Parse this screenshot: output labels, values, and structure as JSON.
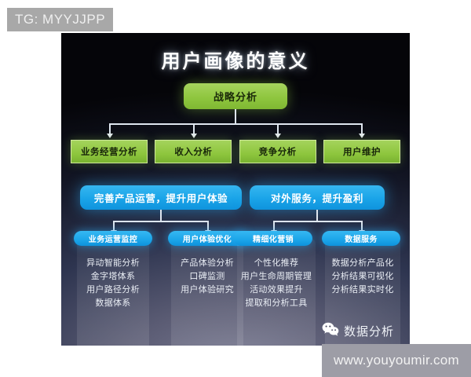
{
  "watermarks": {
    "telegram": "TG: MYYJJPP",
    "url": "www.youyoumir.com"
  },
  "slide": {
    "title": "用户画像的意义",
    "root": {
      "label": "战略分析"
    },
    "level1": [
      {
        "label": "业务经营分析"
      },
      {
        "label": "收入分析"
      },
      {
        "label": "竞争分析"
      },
      {
        "label": "用户维护"
      }
    ],
    "branches": [
      {
        "heading": "完善产品运营，提升用户体验",
        "panels": [
          {
            "pill": "业务运营监控",
            "items": [
              "异动智能分析",
              "金字塔体系",
              "用户路径分析",
              "数据体系"
            ]
          },
          {
            "pill": "用户体验优化",
            "items": [
              "产品体验分析",
              "口碑监测",
              "用户体验研究"
            ]
          }
        ]
      },
      {
        "heading": "对外服务，提升盈利",
        "panels": [
          {
            "pill": "精细化营销",
            "items": [
              "个性化推荐",
              "用户生命周期管理",
              "活动效果提升",
              "提取和分析工具"
            ]
          },
          {
            "pill": "数据服务",
            "items": [
              "数据分析产品化",
              "分析结果可视化",
              "分析结果实时化"
            ]
          }
        ]
      }
    ],
    "footer_logo": {
      "icon": "wechat-icon",
      "label": "数据分析"
    }
  },
  "colors": {
    "green": "#8fc63f",
    "blue": "#1aa4e8",
    "panel_text": "#e9edf4",
    "title": "#ffffff"
  }
}
